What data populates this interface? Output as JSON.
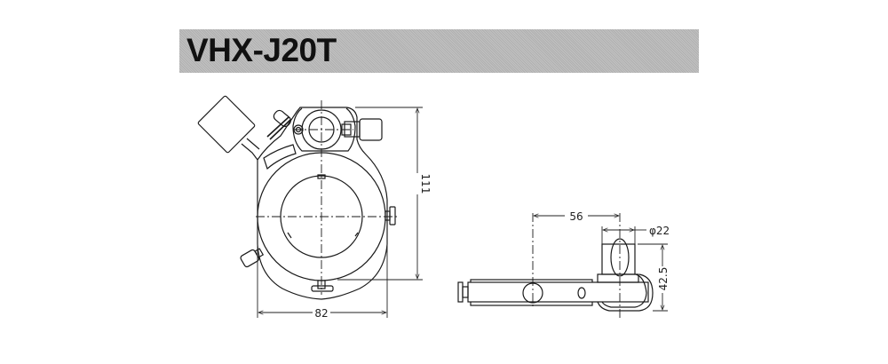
{
  "header": {
    "model_name": "VHX-J20T"
  },
  "front_view": {
    "width_dimension": "82",
    "height_dimension": "111"
  },
  "side_view": {
    "offset_dimension": "56",
    "diameter_dimension": "φ22",
    "height_dimension": "42.5"
  },
  "colors": {
    "title_background": "#b9b9b9",
    "line": "#1a1a1a",
    "background": "#ffffff"
  }
}
